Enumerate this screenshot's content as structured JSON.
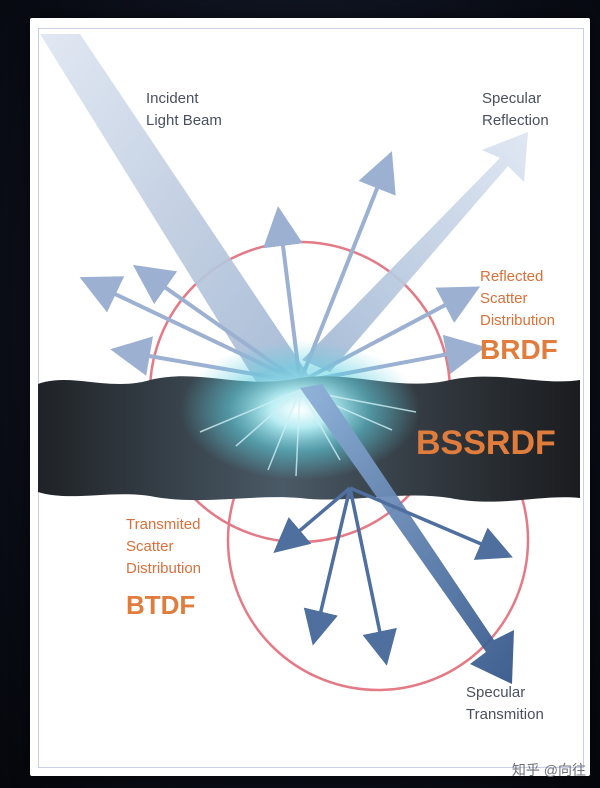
{
  "labels": {
    "incident": [
      "Incident",
      "Light Beam"
    ],
    "specular_reflection": [
      "Specular",
      "Reflection"
    ],
    "reflected_scatter": [
      "Reflected",
      "Scatter",
      "Distribution"
    ],
    "brdf": "BRDF",
    "bssrdf": "BSSRDF",
    "transmitted_scatter": [
      "Transmited",
      "Scatter",
      "Distribution"
    ],
    "btdf": "BTDF",
    "specular_transmission": [
      "Specular",
      "Transmition"
    ]
  },
  "watermark": "知乎 @向往",
  "colors": {
    "label_gray": "#4a5060",
    "label_orange": "#d9703a",
    "lobe_circle": "#e47a85",
    "arrow_blue": "#8aa0c8",
    "arrow_dark": "#4f6f9f",
    "material": "#2a2d33",
    "glow": "#7fe6f0"
  },
  "icons": {
    "reflected_arrows": "arrow-icon",
    "transmitted_arrows": "arrow-icon"
  }
}
